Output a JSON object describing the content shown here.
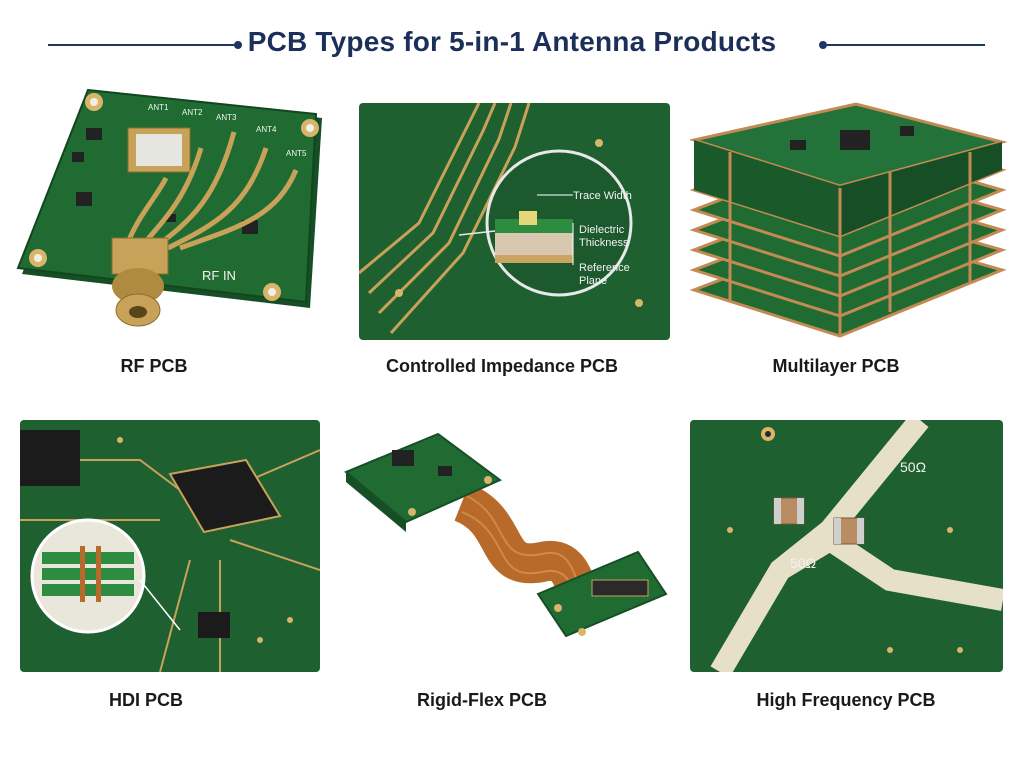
{
  "title": "PCB Types for 5-in-1 Antenna Products",
  "panels": [
    {
      "caption": "RF PCB",
      "antenna_labels": [
        "ANT1",
        "ANT2",
        "ANT3",
        "ANT4",
        "ANT5"
      ],
      "connector_label": "RF IN"
    },
    {
      "caption": "Controlled Impedance PCB",
      "callouts": {
        "trace_width": "Trace Width",
        "dielectric_line1": "Dielectric",
        "dielectric_line2": "Thickness",
        "reference_line1": "Reference",
        "reference_line2": "Plane"
      }
    },
    {
      "caption": "Multilayer PCB"
    },
    {
      "caption": "HDI PCB"
    },
    {
      "caption": "Rigid-Flex PCB"
    },
    {
      "caption": "High Frequency PCB",
      "impedance_labels": [
        "50Ω",
        "50Ω"
      ]
    }
  ],
  "colors": {
    "title": "#1b2f5a",
    "board_green": "#1f6b32",
    "board_dark": "#164f25",
    "copper_gold": "#c9a25a",
    "flex_copper": "#b86a2a"
  }
}
